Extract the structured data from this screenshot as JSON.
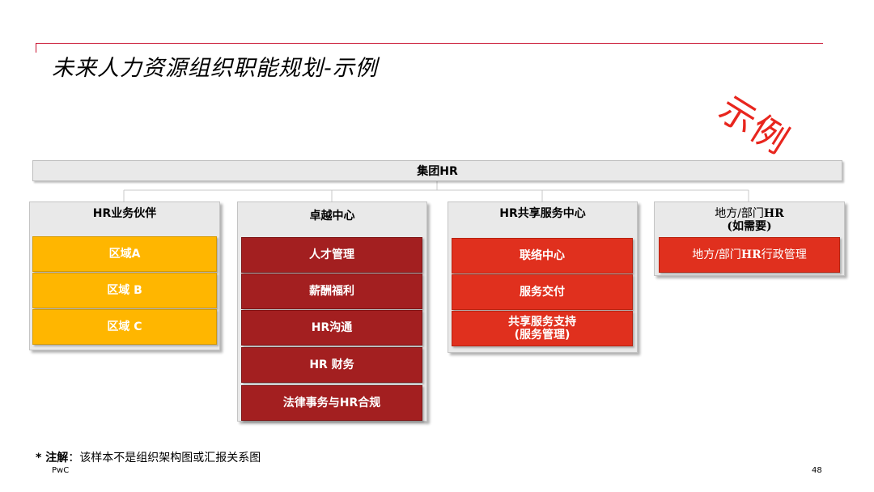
{
  "header": {
    "title": "未来人力资源组织职能规划-示例",
    "stamp": "示例"
  },
  "org": {
    "root": "集团HR",
    "columns": [
      {
        "title": "HR业务伙伴",
        "color": "#ffb600",
        "items": [
          "区域A",
          "区域 B",
          "区域 C"
        ]
      },
      {
        "title": "卓越中心",
        "color": "#a31f20",
        "items": [
          "人才管理",
          "薪酬福利",
          "HR沟通",
          "HR 财务",
          "法律事务与HR合规"
        ]
      },
      {
        "title": "HR共享服务中心",
        "color": "#e0301e",
        "items": [
          "联络中心",
          "服务交付",
          "共享服务支持\n(服务管理)"
        ]
      },
      {
        "title_line1_a": "地方/部门",
        "title_line1_b": "HR",
        "title_line2": "(如需要)",
        "color": "#e0301e",
        "items_a": "地方/部门",
        "items_b": "HR",
        "items_c": "行政管理"
      }
    ]
  },
  "footnote": {
    "prefix": "* 注解",
    "text": "：该样本不是组织架构图或汇报关系图"
  },
  "footer": {
    "brand": "PwC",
    "page_number": "48"
  }
}
